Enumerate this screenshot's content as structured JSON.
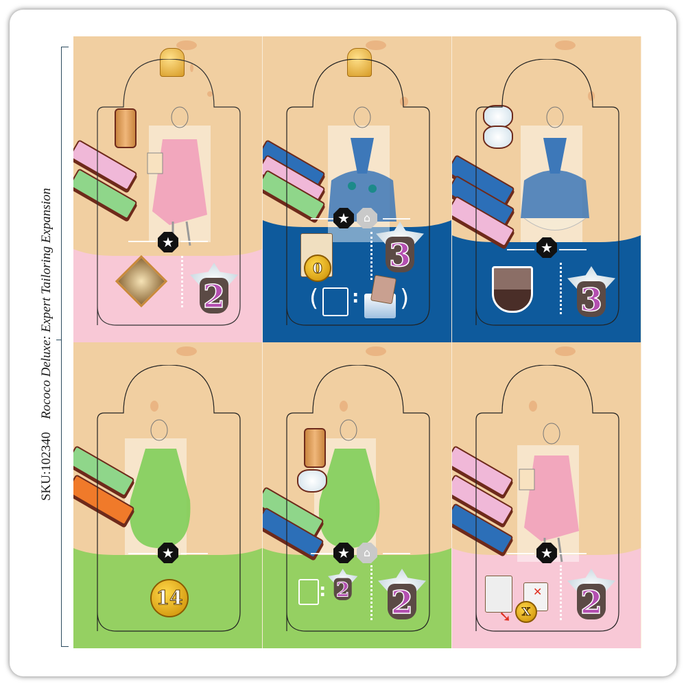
{
  "sheet": {
    "sku": "SKU:102340",
    "title": "Rococo Deluxe: Expert Tailoring Expansion"
  },
  "colors": {
    "parchment": "#f1cfa1",
    "pink": "#f8c8d6",
    "blue": "#0e5a9c",
    "green": "#95d062",
    "vp_number": "#b34fb0",
    "coin_gold": "#e6b21a",
    "star_badge": "#111111"
  },
  "cards": [
    {
      "garment": "pink-mens-coat",
      "band_color": "pink",
      "top_icon": "thimble-icon",
      "materials": [
        "thread-spool",
        "pink-fabric",
        "green-fabric"
      ],
      "badges": [
        "star"
      ],
      "reward": {
        "type": "portrait",
        "label": "noble-portrait"
      },
      "vp": "2"
    },
    {
      "garment": "blue-gown",
      "band_color": "blue",
      "top_icon": "thimble-icon",
      "materials": [
        "blue-fabric",
        "pink-fabric",
        "green-fabric"
      ],
      "badges": [
        "star",
        "silver-theatre"
      ],
      "reward": {
        "type": "bonus-tile",
        "coin": "0"
      },
      "vp": "3",
      "extra": {
        "left_paren": "(",
        "colon": ":",
        "right_paren": ")"
      }
    },
    {
      "garment": "blue-gown",
      "band_color": "blue",
      "top_icon": "",
      "materials": [
        "lace",
        "lace",
        "blue-fabric",
        "blue-fabric",
        "pink-fabric"
      ],
      "badges": [
        "star"
      ],
      "reward": {
        "type": "material-shield"
      },
      "vp": "3"
    },
    {
      "garment": "green-gown",
      "band_color": "green",
      "top_icon": "",
      "materials": [
        "green-fabric",
        "orange-fabric"
      ],
      "badges": [
        "star"
      ],
      "reward": {
        "type": "coin",
        "coin": "14"
      },
      "vp": ""
    },
    {
      "garment": "green-gown",
      "band_color": "green",
      "top_icon": "",
      "materials": [
        "thread-spool",
        "lace",
        "green-fabric",
        "blue-fabric"
      ],
      "badges": [
        "star",
        "silver-theatre"
      ],
      "reward": {
        "type": "garland-ratio",
        "colon": ":",
        "small_vp": "2"
      },
      "vp": "2"
    },
    {
      "garment": "pink-mens-coat",
      "band_color": "pink",
      "top_icon": "",
      "materials": [
        "pink-fabric",
        "pink-fabric",
        "blue-fabric"
      ],
      "badges": [
        "star"
      ],
      "reward": {
        "type": "discard-card",
        "coin": "X",
        "cross": "✕"
      },
      "vp": "2"
    }
  ],
  "glyphs": {
    "star": "★",
    "theatre": "⌂",
    "arrow_down": "➘"
  }
}
